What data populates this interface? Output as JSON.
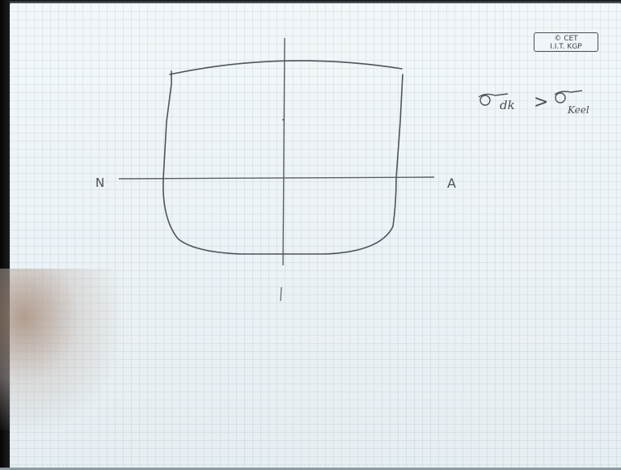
{
  "logo": {
    "line1": "© CET",
    "line2": "I.I.T. KGP"
  },
  "labels": {
    "left_axis": "N",
    "right_axis": "A"
  },
  "formula": {
    "sigma_left_sub": "dk",
    "relation": ">",
    "sigma_right_sub": "Keel"
  }
}
